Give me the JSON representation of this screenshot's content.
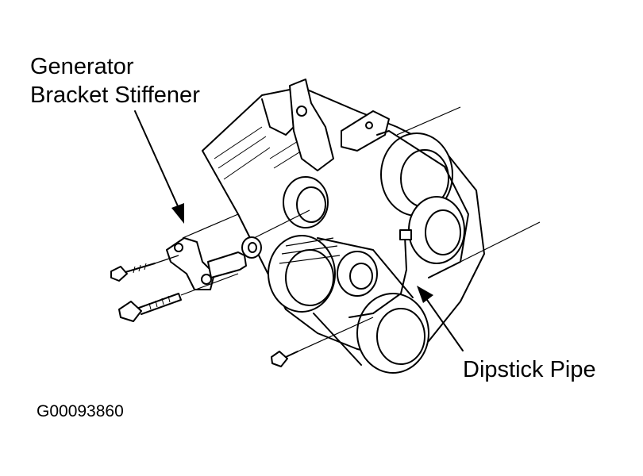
{
  "labels": {
    "generator_line1": "Generator",
    "generator_line2": "Bracket Stiffener",
    "dipstick": "Dipstick Pipe",
    "figure_code": "G00093860"
  }
}
